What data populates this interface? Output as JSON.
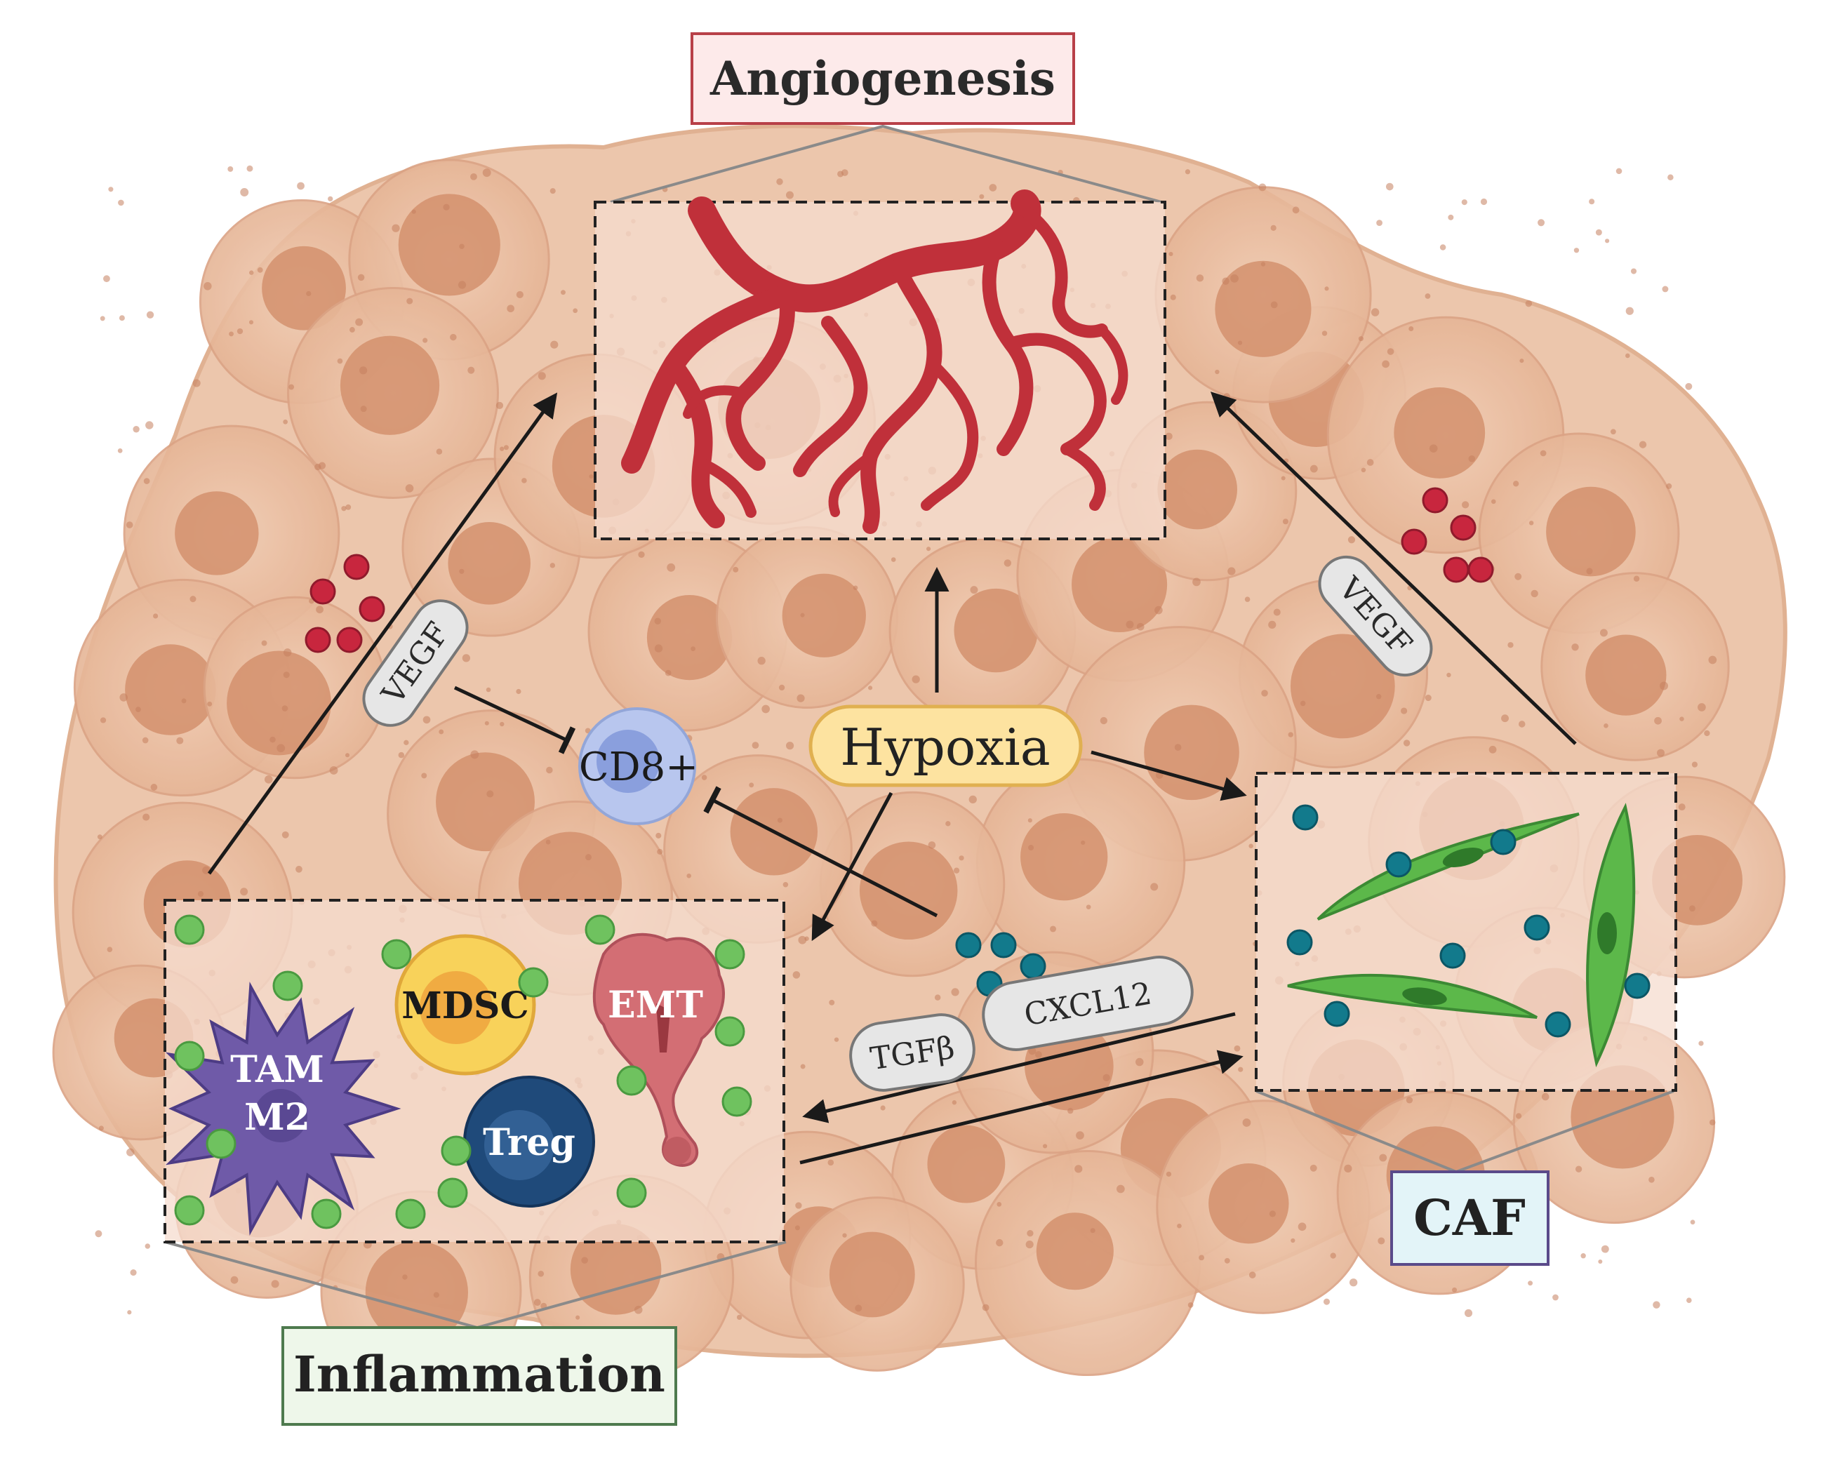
{
  "labels": {
    "angiogenesis": "Angiogenesis",
    "inflammation": "Inflammation",
    "caf": "CAF",
    "hypoxia": "Hypoxia",
    "cd8": "CD8+",
    "vegf_left": "VEGF",
    "vegf_right": "VEGF",
    "tgfb": "TGFβ",
    "cxcl12": "CXCL12",
    "tam_line1": "TAM",
    "tam_line2": "M2",
    "mdsc": "MDSC",
    "emt": "EMT",
    "treg": "Treg"
  },
  "colors": {
    "tissue": "#e8bfa3",
    "tissue_dark": "#d99a77",
    "nucleus": "#cf8a66",
    "vessel": "#c0303a",
    "angiogenesis_border": "#c0505a",
    "angiogenesis_fill": "#fbecea",
    "inflammation_border": "#4e7a4e",
    "inflammation_fill": "#f2f7ef",
    "caf_border": "#5a4a8a",
    "caf_fill": "#e3f4f8",
    "hypoxia_fill": "#fde3a0",
    "hypoxia_border": "#e0b050",
    "cd8_fill": "#b8c6ee",
    "tam": "#6f5aa8",
    "mdsc": "#f6c94c",
    "treg": "#1f4a7a",
    "emt": "#d36e74",
    "fibroblast": "#5cb84a",
    "green_dot": "#6fc25f",
    "teal_dot": "#127a8c",
    "red_dot": "#c8263e"
  }
}
